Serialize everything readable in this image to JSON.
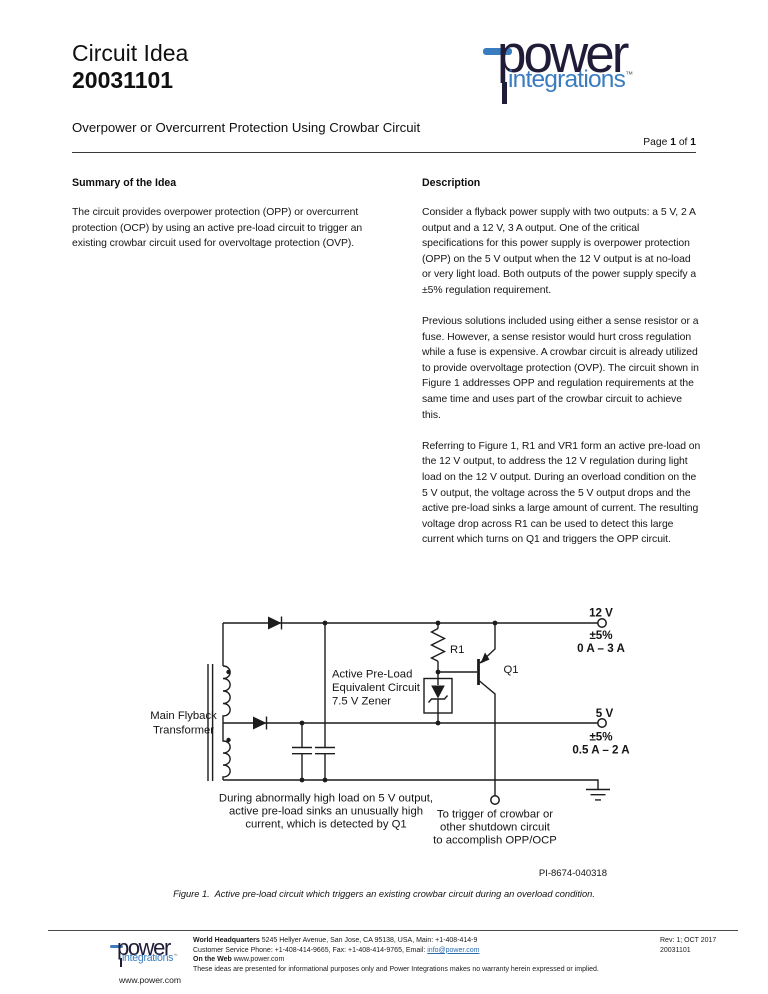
{
  "colors": {
    "accent_blue": "#3a7cc0",
    "link_blue": "#2b6cb0",
    "ink": "#141414"
  },
  "header": {
    "doc_type": "Circuit Idea",
    "doc_number": "20031101",
    "subtitle": "Overpower or Overcurrent Protection Using Crowbar Circuit",
    "page_word": "Page ",
    "page_current": "1",
    "of_word": " of ",
    "page_total": "1"
  },
  "logo": {
    "word1": "power",
    "word2": "integrations",
    "tm": "™"
  },
  "summary": {
    "heading": "Summary of the Idea",
    "p1": "The circuit provides overpower protection (OPP) or overcurrent protection (OCP) by using an active pre-load circuit to trigger an existing crowbar circuit used for overvoltage protection (OVP)."
  },
  "description": {
    "heading": "Description",
    "p1": "Consider a flyback power supply with two outputs: a 5 V, 2 A output and a 12 V, 3 A output. One of the critical specifications for this power supply is overpower protection (OPP) on the 5 V output when the 12 V output is at no-load or very light load. Both outputs of the power supply specify a ±5% regulation requirement.",
    "p2": "Previous solutions included using either a sense resistor or a fuse. However, a sense resistor would hurt cross regulation while a fuse is expensive. A crowbar circuit is already utilized to provide overvoltage protection (OVP). The circuit shown in Figure 1 addresses OPP and regulation requirements at the same time and uses part of the crowbar circuit to achieve this.",
    "p3": "Referring to Figure 1, R1 and VR1 form an active pre-load on the 12 V output, to address the 12 V regulation during light load on the 12 V output. During an overload condition on the 5 V output, the voltage across the 5 V output drops and the active pre-load sinks a large amount of current. The resulting voltage drop across R1 can be used to detect this large current which turns on Q1 and triggers the OPP circuit."
  },
  "figure": {
    "labels": {
      "transformer_1": "Main Flyback",
      "transformer_2": "Transformer",
      "preload_1": "Active Pre-Load",
      "preload_2": "Equivalent Circuit",
      "preload_3": "7.5 V Zener",
      "r1": "R1",
      "q1": "Q1",
      "out12_v": "12 V",
      "out12_tol": "±5%",
      "out12_range": "0 A – 3 A",
      "out5_v": "5 V",
      "out5_tol": "±5%",
      "out5_range": "0.5 A – 2 A",
      "note_1": "During abnormally high load on 5 V output,",
      "note_2": "active pre-load sinks an unusually high",
      "note_3": "current, which is detected by Q1",
      "trigger_1": "To trigger of crowbar or",
      "trigger_2": "other shutdown circuit",
      "trigger_3": "to accomplish OPP/OCP",
      "pi_number": "PI-8674-040318"
    },
    "caption": "Figure 1.  Active pre-load circuit which triggers an existing crowbar circuit during an overload condition."
  },
  "footer": {
    "website": "www.power.com",
    "line1_bold": "World Headquarters",
    "line1_rest": " 5245 Hellyer Avenue, San Jose, CA 95138, USA, Main: +1-408-414-9",
    "line2_pre": "Customer Service Phone: +1-408-414-9665, Fax: +1-408-414-9765, Email: ",
    "line2_link": "info@power.com",
    "line3_bold": "On the Web",
    "line3_rest": " www.power.com",
    "line4": "These ideas are presented for informational purposes only and Power Integrations makes no warranty herein expressed or implied.",
    "rev": "Rev: 1; OCT 2017",
    "doc_number": "20031101"
  }
}
